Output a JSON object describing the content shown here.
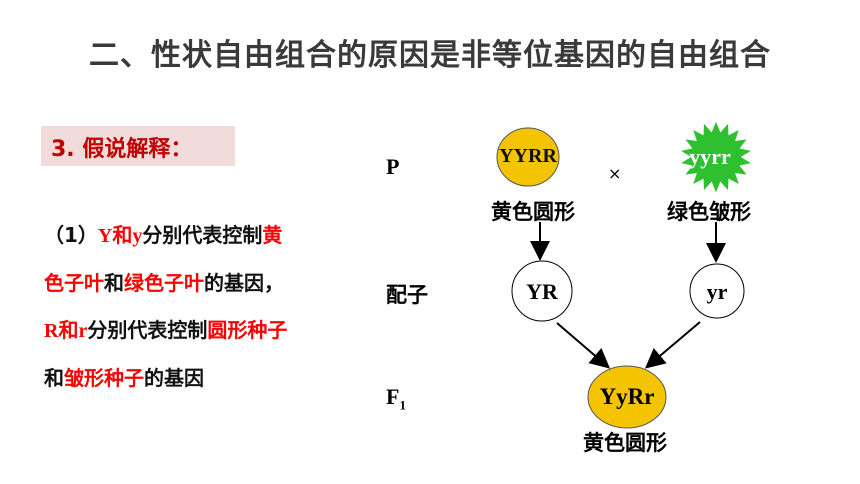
{
  "title": "二、性状自由组合的原因是非等位基因的自由组合",
  "hypothesis": {
    "label": "3.  假说解释："
  },
  "explanation": {
    "p1": "（1）",
    "p2": "Y和y",
    "p3": "分别代表控制",
    "p4": "黄色子叶",
    "p5": "和",
    "p6": "绿色子叶",
    "p7": "的基因，",
    "p8": "R和r",
    "p9": "分别代表控制",
    "p10": "圆形种子",
    "p11": "和",
    "p12": "皱形种子",
    "p13": "的基因"
  },
  "diagram": {
    "row_p": "P",
    "row_gamete": "配子",
    "row_f1_main": "F",
    "row_f1_sub": "1",
    "cross": "×",
    "parent1": {
      "genotype": "YYRR",
      "phenotype": "黄色圆形",
      "fill": "#f5c400"
    },
    "parent2": {
      "genotype": "yyrr",
      "phenotype": "绿色皱形",
      "fill": "#2ec02e"
    },
    "gamete1": "YR",
    "gamete2": "yr",
    "offspring": {
      "genotype": "YyRr",
      "phenotype": "黄色圆形",
      "fill": "#f5c400"
    }
  }
}
